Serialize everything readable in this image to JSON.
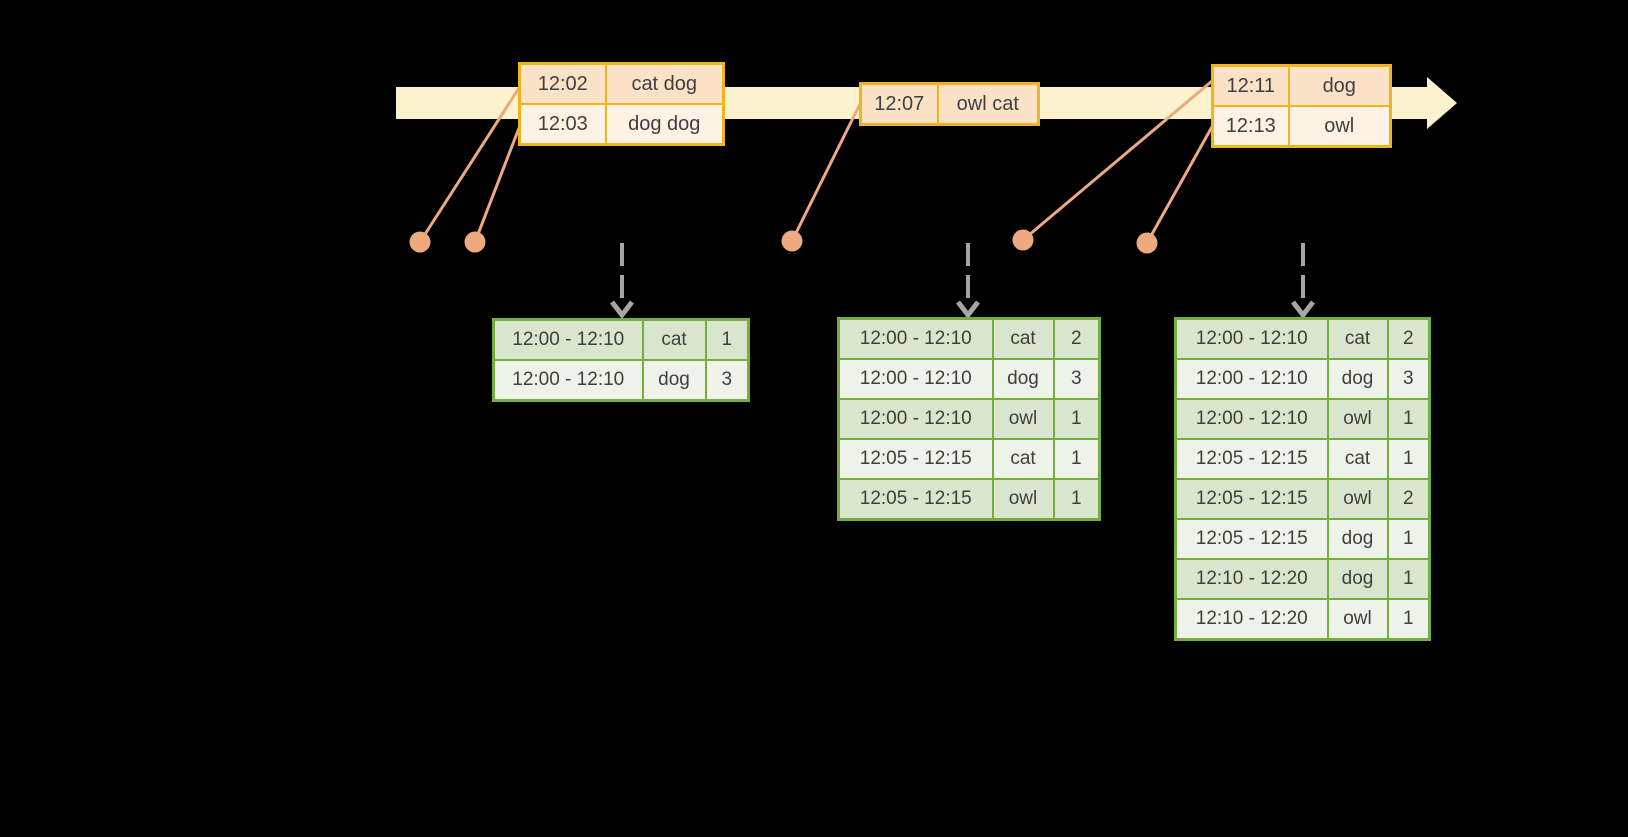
{
  "canvas": {
    "background": "#000000"
  },
  "colors": {
    "timeline_band": "#fcf2cd",
    "event_table_border": "#f0b41c",
    "event_row_dark": "#fbe2c7",
    "event_row_light": "#fdf2e3",
    "connector_salmon": "#ecaa7e",
    "result_table_border": "#74ad42",
    "result_row_dark": "#d9e5cc",
    "result_row_light": "#eef2e8",
    "trigger_arrow_gray": "#a6a6a6",
    "cell_text": "#3f3f3f"
  },
  "icons": {
    "timeline_arrowhead": "right-arrowhead",
    "event_dot": "filled-circle",
    "trigger_arrow": "dashed-down-arrow"
  },
  "event_tables": [
    {
      "rows": [
        {
          "time": "12:02",
          "words": "cat dog"
        },
        {
          "time": "12:03",
          "words": "dog dog"
        }
      ]
    },
    {
      "rows": [
        {
          "time": "12:07",
          "words": "owl cat"
        }
      ]
    },
    {
      "rows": [
        {
          "time": "12:11",
          "words": "dog"
        },
        {
          "time": "12:13",
          "words": "owl"
        }
      ]
    }
  ],
  "result_tables": [
    {
      "rows": [
        {
          "window": "12:00 - 12:10",
          "word": "cat",
          "count": "1"
        },
        {
          "window": "12:00 - 12:10",
          "word": "dog",
          "count": "3"
        }
      ]
    },
    {
      "rows": [
        {
          "window": "12:00 - 12:10",
          "word": "cat",
          "count": "2"
        },
        {
          "window": "12:00 - 12:10",
          "word": "dog",
          "count": "3"
        },
        {
          "window": "12:00 - 12:10",
          "word": "owl",
          "count": "1"
        },
        {
          "window": "12:05 - 12:15",
          "word": "cat",
          "count": "1"
        },
        {
          "window": "12:05 - 12:15",
          "word": "owl",
          "count": "1"
        }
      ]
    },
    {
      "rows": [
        {
          "window": "12:00 - 12:10",
          "word": "cat",
          "count": "2"
        },
        {
          "window": "12:00 - 12:10",
          "word": "dog",
          "count": "3"
        },
        {
          "window": "12:00 - 12:10",
          "word": "owl",
          "count": "1"
        },
        {
          "window": "12:05 - 12:15",
          "word": "cat",
          "count": "1"
        },
        {
          "window": "12:05 - 12:15",
          "word": "owl",
          "count": "2"
        },
        {
          "window": "12:05 - 12:15",
          "word": "dog",
          "count": "1"
        },
        {
          "window": "12:10 - 12:20",
          "word": "dog",
          "count": "1"
        },
        {
          "window": "12:10 - 12:20",
          "word": "owl",
          "count": "1"
        }
      ]
    }
  ]
}
